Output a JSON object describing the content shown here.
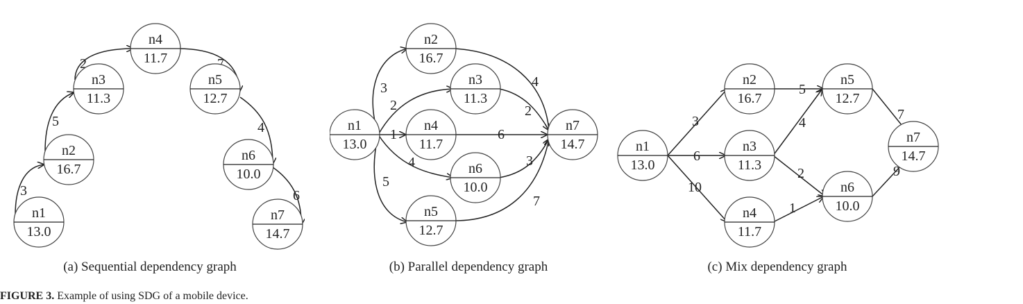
{
  "graphs": [
    {
      "caption": "(a) Sequential dependency graph",
      "nodes": [
        {
          "id": "n1",
          "value": "13.0"
        },
        {
          "id": "n2",
          "value": "16.7"
        },
        {
          "id": "n3",
          "value": "11.3"
        },
        {
          "id": "n4",
          "value": "11.7"
        },
        {
          "id": "n5",
          "value": "12.7"
        },
        {
          "id": "n6",
          "value": "10.0"
        },
        {
          "id": "n7",
          "value": "14.7"
        }
      ],
      "edges": [
        {
          "from": "n1",
          "to": "n2",
          "weight": "3"
        },
        {
          "from": "n2",
          "to": "n3",
          "weight": "5"
        },
        {
          "from": "n3",
          "to": "n4",
          "weight": "2"
        },
        {
          "from": "n4",
          "to": "n5",
          "weight": "7"
        },
        {
          "from": "n5",
          "to": "n6",
          "weight": "4"
        },
        {
          "from": "n6",
          "to": "n7",
          "weight": "6"
        }
      ]
    },
    {
      "caption": "(b) Parallel dependency graph",
      "nodes": [
        {
          "id": "n1",
          "value": "13.0"
        },
        {
          "id": "n2",
          "value": "16.7"
        },
        {
          "id": "n3",
          "value": "11.3"
        },
        {
          "id": "n4",
          "value": "11.7"
        },
        {
          "id": "n6",
          "value": "10.0"
        },
        {
          "id": "n5",
          "value": "12.7"
        },
        {
          "id": "n7",
          "value": "14.7"
        }
      ],
      "edges": [
        {
          "from": "n1",
          "to": "n2",
          "weight": "3"
        },
        {
          "from": "n1",
          "to": "n3",
          "weight": "2"
        },
        {
          "from": "n1",
          "to": "n4",
          "weight": "1"
        },
        {
          "from": "n1",
          "to": "n6",
          "weight": "4"
        },
        {
          "from": "n1",
          "to": "n5",
          "weight": "5"
        },
        {
          "from": "n2",
          "to": "n7",
          "weight": "4"
        },
        {
          "from": "n3",
          "to": "n7",
          "weight": "2"
        },
        {
          "from": "n4",
          "to": "n7",
          "weight": "6"
        },
        {
          "from": "n6",
          "to": "n7",
          "weight": "3"
        },
        {
          "from": "n5",
          "to": "n7",
          "weight": "7"
        }
      ]
    },
    {
      "caption": "(c) Mix dependency graph",
      "nodes": [
        {
          "id": "n1",
          "value": "13.0"
        },
        {
          "id": "n2",
          "value": "16.7"
        },
        {
          "id": "n3",
          "value": "11.3"
        },
        {
          "id": "n4",
          "value": "11.7"
        },
        {
          "id": "n5",
          "value": "12.7"
        },
        {
          "id": "n6",
          "value": "10.0"
        },
        {
          "id": "n7",
          "value": "14.7"
        }
      ],
      "edges": [
        {
          "from": "n1",
          "to": "n2",
          "weight": "3"
        },
        {
          "from": "n1",
          "to": "n3",
          "weight": "6"
        },
        {
          "from": "n1",
          "to": "n4",
          "weight": "10"
        },
        {
          "from": "n2",
          "to": "n5",
          "weight": "5"
        },
        {
          "from": "n3",
          "to": "n5",
          "weight": "4"
        },
        {
          "from": "n3",
          "to": "n6",
          "weight": "2"
        },
        {
          "from": "n4",
          "to": "n6",
          "weight": "1"
        },
        {
          "from": "n5",
          "to": "n7",
          "weight": "7"
        },
        {
          "from": "n6",
          "to": "n7",
          "weight": "9"
        }
      ]
    }
  ],
  "figure_caption": {
    "label": "FIGURE 3.",
    "text": "Example of using SDG of a mobile device."
  }
}
